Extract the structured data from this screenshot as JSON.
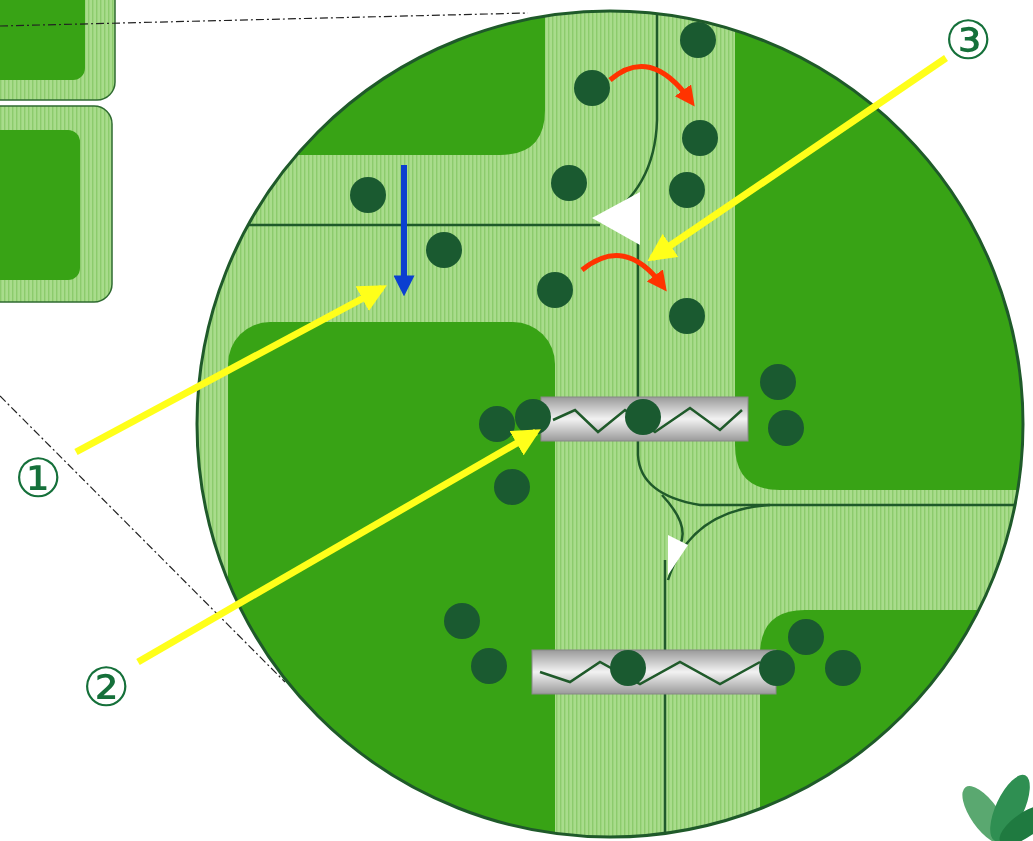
{
  "diagram": {
    "labels": [
      "①",
      "②",
      "③"
    ]
  }
}
